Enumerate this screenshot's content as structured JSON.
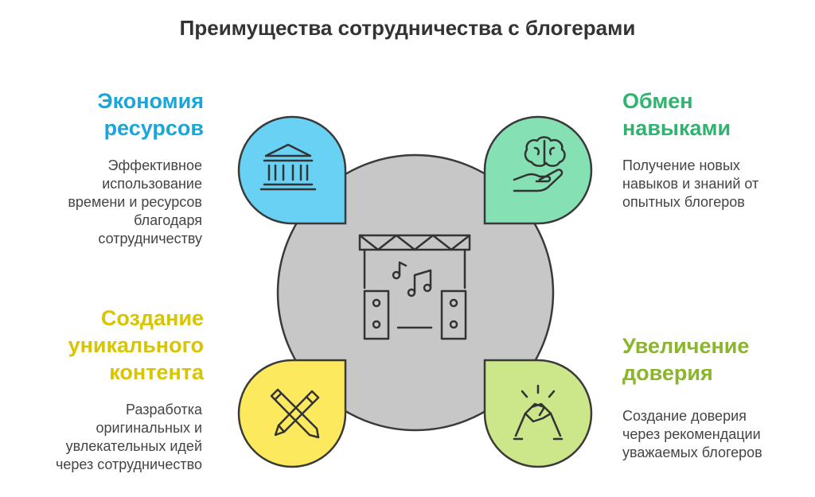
{
  "title": "Преимущества сотрудничества с блогерами",
  "colors": {
    "blue": "#69d1f4",
    "green": "#85e0b4",
    "yellow": "#fde95e",
    "lime": "#cce68a",
    "center": "#c7c7c7",
    "blue_text": "#1aa6db",
    "green_text": "#2fb36e",
    "yellow_text": "#d9c400",
    "lime_text": "#8bb52a"
  },
  "center_icon": "concert-stage-icon",
  "items": [
    {
      "id": "economy",
      "heading": "Экономия\nресурсов",
      "description": "Эффективное\nиспользование\nвремени и ресурсов\nблагодаря\nсотрудничеству",
      "icon": "bank-building-icon"
    },
    {
      "id": "skills",
      "heading": "Обмен\nнавыками",
      "description": "Получение новых\nнавыков и знаний от\nопытных блогеров",
      "icon": "brain-hand-icon"
    },
    {
      "id": "content",
      "heading": "Создание\nуникального\nконтента",
      "description": "Разработка\nоригинальных и\nувлекательных идей\nчерез сотрудничество",
      "icon": "pen-pencil-icon"
    },
    {
      "id": "trust",
      "heading": "Увеличение\nдоверия",
      "description": "Создание доверия\nчерез рекомендации\nуважаемых блогеров",
      "icon": "handshake-icon"
    }
  ]
}
